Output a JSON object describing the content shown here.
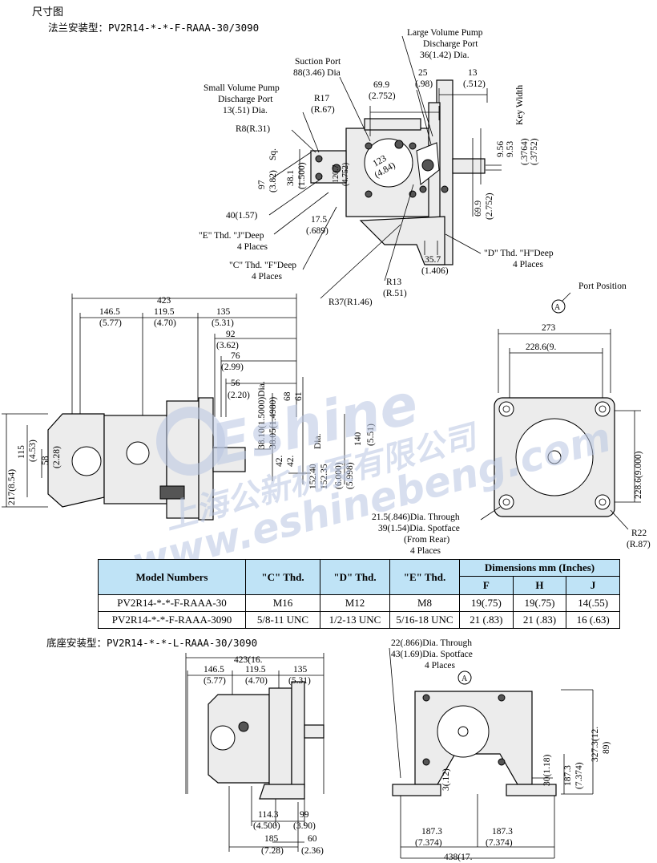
{
  "section_title": "尺寸图",
  "flange_title": "法兰安装型：PV2R14-*-*-F-RAAA-30/3090",
  "base_title": "底座安装型：PV2R14-*-*-L-RAAA-30/3090",
  "watermark": {
    "brand": "Eshine",
    "company_cn": "上海公新机泵有限公司",
    "url": "www.eshinebeng.com"
  },
  "port_labels": {
    "large_pump": [
      "Large Volume Pump",
      "Discharge Port",
      "36(1.42) Dia."
    ],
    "suction": [
      "Suction Port",
      "88(3.46) Dia"
    ],
    "small_pump": [
      "Small Volume Pump",
      "Discharge Port",
      "13(.51) Dia."
    ],
    "port_position": "Port Position",
    "port_letter": "A"
  },
  "top_dims": {
    "d699": [
      "69.9",
      "(2.752)"
    ],
    "d25": [
      "25",
      "(.98)"
    ],
    "d13": [
      "13",
      "(.512)"
    ],
    "key_width": "Key Width",
    "r17": [
      "R17",
      "(R.67)"
    ],
    "r8": "R8(R.31)",
    "sq": "Sq.",
    "d97": [
      "97",
      "(3.82)"
    ],
    "d381": [
      "38.1",
      "(1.500)"
    ],
    "d1207": [
      "120.7",
      "(4.752)"
    ],
    "d123": [
      "123",
      "(4.84)"
    ],
    "d956": [
      "9.56",
      "9.53"
    ],
    "d3764": [
      "(.3764)",
      "(.3752)"
    ],
    "d699v": [
      "69.9",
      "(2.752)"
    ],
    "d40": "40(1.57)",
    "d175": [
      "17.5",
      "(.689)"
    ],
    "e_thd": [
      "\"E\" Thd. \"J\"Deep",
      "4 Places"
    ],
    "c_thd": [
      "\"C\" Thd. \"F\"Deep",
      "4 Places"
    ],
    "d_thd": [
      "\"D\" Thd. \"H\"Deep",
      "4 Places"
    ],
    "d357": [
      "35.7",
      "(1.406)"
    ],
    "r13": [
      "R13",
      "(R.51)"
    ],
    "r37": "R37(R1.46)"
  },
  "side_dims": {
    "d423": "423",
    "d1465": [
      "146.5",
      "(5.77)"
    ],
    "d1195": [
      "119.5",
      "(4.70)"
    ],
    "d135": [
      "135",
      "(5.31)"
    ],
    "d92": [
      "92",
      "(3.62)"
    ],
    "d76": [
      "76",
      "(2.99)"
    ],
    "d56": [
      "56",
      "(2.20)"
    ],
    "d3810": [
      "38.10(1.5000)Dia.",
      "38.05(1.4980)"
    ],
    "d68": [
      "68",
      "61"
    ],
    "d42": [
      "42.",
      "42."
    ],
    "d15240": [
      "152.40",
      "152.35",
      "Dia."
    ],
    "d6000": [
      "(6.000)",
      "(5.998)"
    ],
    "d140": [
      "140",
      "(5.51)"
    ],
    "d217": "217(8.54)",
    "d115": [
      "115",
      "(4.53)"
    ],
    "d58": [
      "58",
      "(2.28)"
    ]
  },
  "end_dims": {
    "d273": "273",
    "d2286": "228.6(9.",
    "d2286v": "228.6(9.000)",
    "r22": [
      "R22",
      "(R.87)"
    ],
    "bolt_note": [
      "21.5(.846)Dia. Through",
      "39(1.54)Dia. Spotface",
      "(From Rear)",
      "4 Places"
    ]
  },
  "table": {
    "col_model": "Model Numbers",
    "col_c": "\"C\" Thd.",
    "col_d": "\"D\" Thd.",
    "col_e": "\"E\" Thd.",
    "col_dims": "Dimensions mm (Inches)",
    "col_f": "F",
    "col_h": "H",
    "col_j": "J",
    "rows": [
      [
        "PV2R14-*-*-F-RAAA-30",
        "M16",
        "M12",
        "M8",
        "19(.75)",
        "19(.75)",
        "14(.55)"
      ],
      [
        "PV2R14-*-*-F-RAAA-3090",
        "5/8-11 UNC",
        "1/2-13 UNC",
        "5/16-18 UNC",
        "21 (.83)",
        "21 (.83)",
        "16 (.63)"
      ]
    ]
  },
  "base_dims": {
    "d423": "423(16.",
    "d1465": [
      "146.5",
      "(5.77)"
    ],
    "d1195": [
      "119.5",
      "(4.70)"
    ],
    "d135": [
      "135",
      "(5.31)"
    ],
    "d1143": [
      "114.3",
      "(4.500)"
    ],
    "d99": [
      "99",
      "(3.90)"
    ],
    "d185": [
      "185",
      "(7.28)"
    ],
    "d60": [
      "60",
      "(2.36)"
    ],
    "bolt_note": [
      "22(.866)Dia. Through",
      "43(1.69)Dia. Spotface",
      "4 Places"
    ],
    "d3": "3(.12)",
    "d30": "30(1.18)",
    "d1873v": [
      "187.3",
      "(7.374)"
    ],
    "d327": [
      "327.3(12.",
      "89)"
    ],
    "d1873a": [
      "187.3",
      "(7.374)"
    ],
    "d1873b": [
      "187.3",
      "(7.374)"
    ],
    "d438": "438(17."
  }
}
